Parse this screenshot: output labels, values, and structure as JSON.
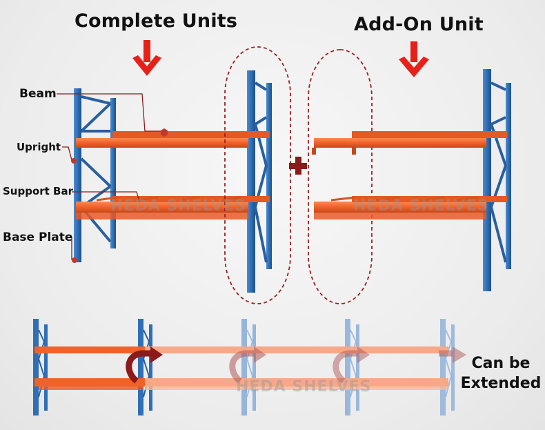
{
  "titles": {
    "complete": "Complete Units",
    "addon": "Add-On Unit"
  },
  "parts": {
    "beam": "Beam",
    "upright": "Upright",
    "support_bar": "Support Bar",
    "base_plate": "Base Plate"
  },
  "extend": {
    "line1": "Can be",
    "line2": "Extended"
  },
  "watermark": "HEDA SHELVES",
  "colors": {
    "upright": "#2f6fb5",
    "beam": "#f0622a",
    "arrow": "#e8201a",
    "plus": "#8b1a1a",
    "dashed": "#9a2020"
  }
}
